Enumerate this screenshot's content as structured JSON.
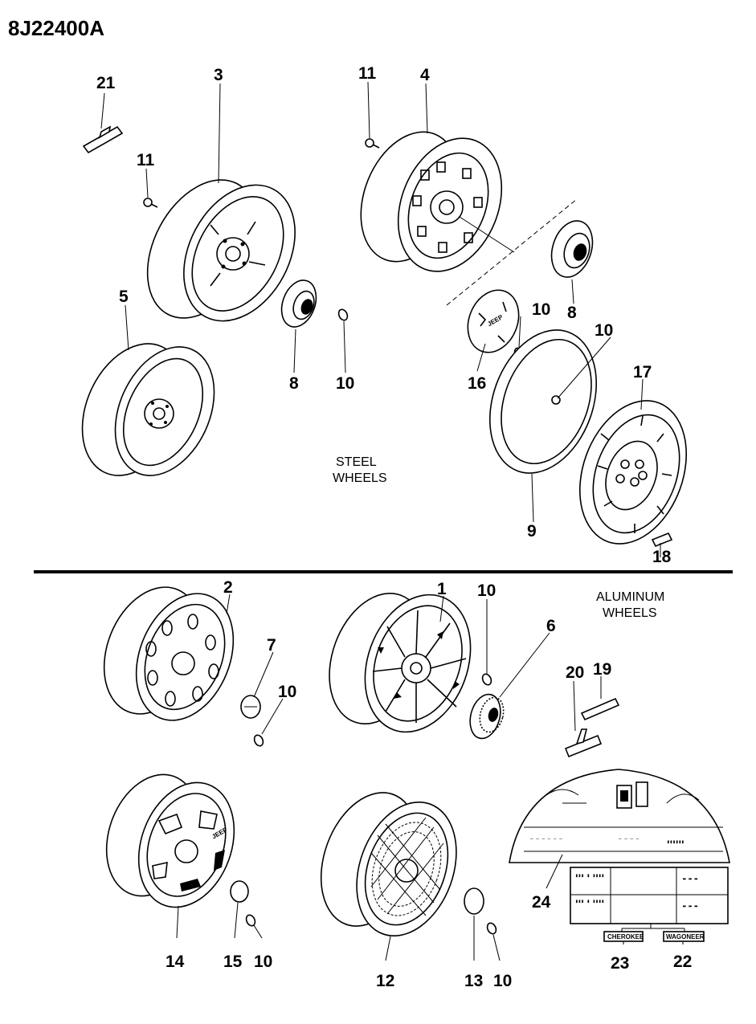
{
  "document": {
    "id": "8J22400A"
  },
  "sections": {
    "steel": [
      "STEEL",
      "WHEELS"
    ],
    "aluminum": [
      "ALUMINUM",
      "WHEELS"
    ]
  },
  "callouts": {
    "c1": "1",
    "c2": "2",
    "c3": "3",
    "c4": "4",
    "c5": "5",
    "c6": "6",
    "c7": "7",
    "c8a": "8",
    "c8b": "8",
    "c9": "9",
    "c10a": "10",
    "c10b": "10",
    "c10c": "10",
    "c10d": "10",
    "c10e": "10",
    "c10f": "10",
    "c10g": "10",
    "c11a": "11",
    "c11b": "11",
    "c12": "12",
    "c13": "13",
    "c14": "14",
    "c15": "15",
    "c16": "16",
    "c17": "17",
    "c18": "18",
    "c19": "19",
    "c20": "20",
    "c21": "21",
    "c22": "22",
    "c23": "23",
    "c24": "24"
  },
  "labels": {
    "cherokee": "CHEROKEE",
    "wagoneer": "WAGONEER",
    "cap_logo": "JEEP"
  }
}
